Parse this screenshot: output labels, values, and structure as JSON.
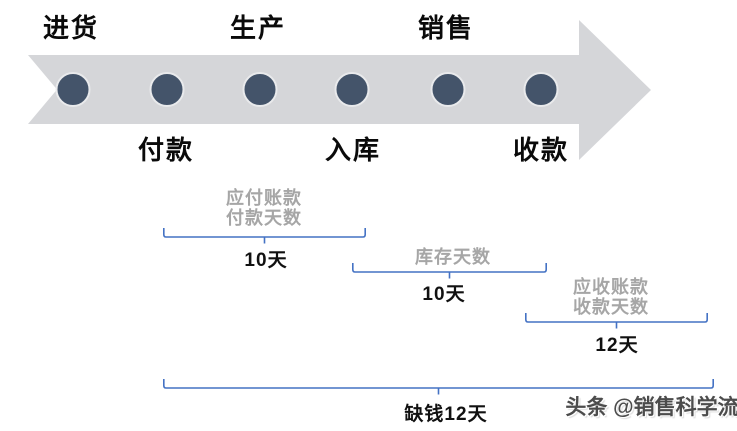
{
  "diagram_title": "cash-conversion-cycle",
  "colors": {
    "arrow_gray": "#D5D6D9",
    "node_fill": "#44546A",
    "node_ring": "#E9EAEC",
    "bracket_blue": "#4472C4",
    "muted_text": "#A6A6A6",
    "main_text": "#0A0A0A",
    "watermark_text": "#4C4C4C"
  },
  "timeline": {
    "top_labels": [
      "进货",
      "生产",
      "销售"
    ],
    "bottom_labels": [
      "付款",
      "入库",
      "收款"
    ],
    "node_count": 6
  },
  "brackets": [
    {
      "lines": [
        "应付账款",
        "付款天数"
      ],
      "days": "10天"
    },
    {
      "lines": [
        "库存天数"
      ],
      "days": "10天"
    },
    {
      "lines": [
        "应收账款",
        "收款天数"
      ],
      "days": "12天"
    },
    {
      "lines": [],
      "days": "缺钱12天"
    }
  ],
  "watermark": {
    "text": "头条 @销售科学流"
  }
}
